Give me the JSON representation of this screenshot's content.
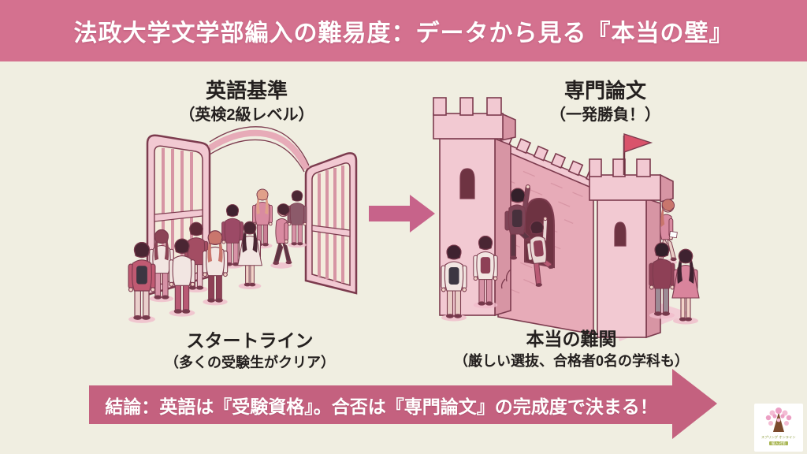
{
  "colors": {
    "background": "#f0eee1",
    "header_bg": "#d4718f",
    "banner_bg": "#c4617f",
    "arrow_pink": "#c7638a",
    "ink": "#24201f",
    "outline": "#7c3b4e",
    "castle_light": "#f2c9d2",
    "castle_mid": "#e7abb8",
    "castle_dark": "#d795a4",
    "doorway": "#6e3342",
    "flag": "#d9536b",
    "shadow_pink": "#f0bccb",
    "skin": "#f2d3c8",
    "logo_green": "#8a9a3a"
  },
  "header": {
    "title": "法政大学文学部編入の難易度：データから見る『本当の壁』"
  },
  "gate_section": {
    "title": "英語基準",
    "subtitle": "（英検2級レベル）",
    "caption": "スタートライン",
    "caption_note": "（多くの受験生がクリア）",
    "illustration": "open-gate-with-student-crowd"
  },
  "castle_section": {
    "title": "専門論文",
    "subtitle": "（一発勝負！）",
    "caption": "本当の難関",
    "caption_note": "（厳しい選抜、合格者0名の学科も）",
    "illustration": "castle-wall-with-climbers"
  },
  "middle": {
    "icon": "arrow-right"
  },
  "conclusion": {
    "shape": "right-arrow-banner",
    "text": "結論：英語は『受験資格』。合否は『専門論文』の完成度で決まる！"
  },
  "logo": {
    "icon": "blossom-tree",
    "line1": "スプリング オンライン",
    "line2": "編入対策"
  }
}
